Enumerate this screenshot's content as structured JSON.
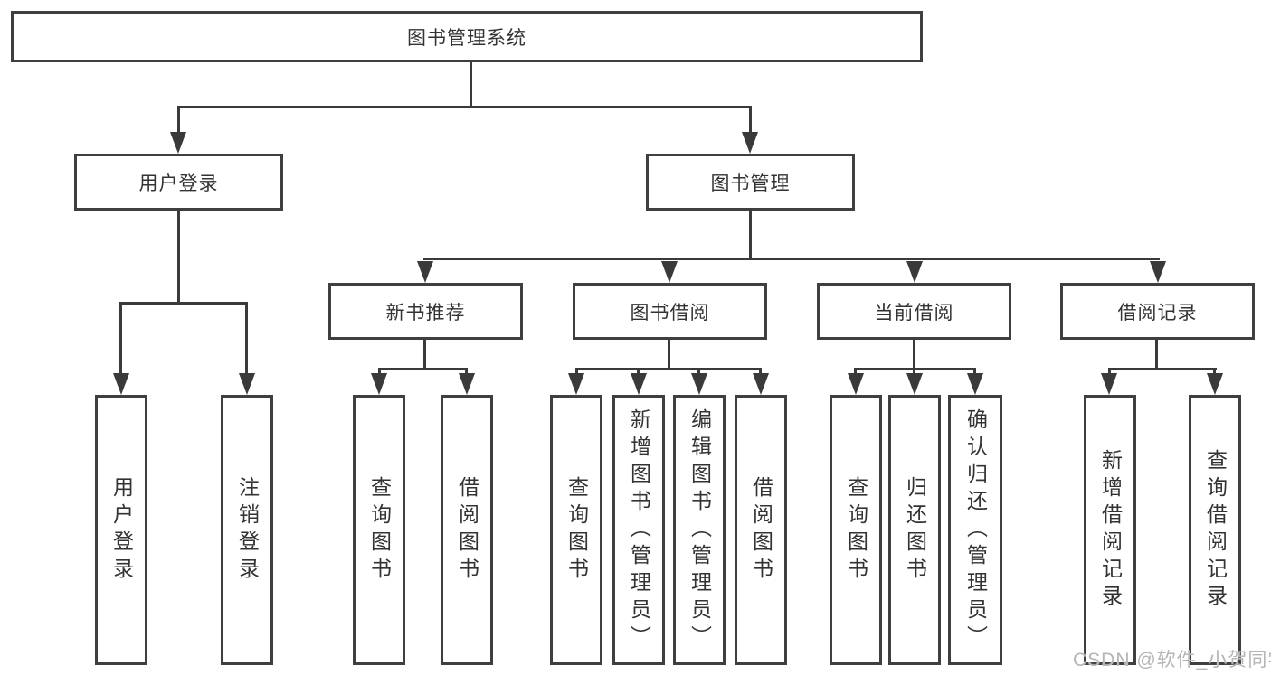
{
  "diagram_title": "图书管理系统",
  "tree": {
    "root": {
      "label": "图书管理系统",
      "children": [
        {
          "label": "用户登录",
          "children": [
            {
              "label": "用户登录"
            },
            {
              "label": "注销登录"
            }
          ]
        },
        {
          "label": "图书管理",
          "children": [
            {
              "label": "新书推荐",
              "children": [
                {
                  "label": "查询图书"
                },
                {
                  "label": "借阅图书"
                }
              ]
            },
            {
              "label": "图书借阅",
              "children": [
                {
                  "label": "查询图书"
                },
                {
                  "label": "新增图书（管理员）"
                },
                {
                  "label": "编辑图书（管理员）"
                },
                {
                  "label": "借阅图书"
                }
              ]
            },
            {
              "label": "当前借阅",
              "children": [
                {
                  "label": "查询图书"
                },
                {
                  "label": "归还图书"
                },
                {
                  "label": "确认归还（管理员）"
                }
              ]
            },
            {
              "label": "借阅记录",
              "children": [
                {
                  "label": "新增借阅记录"
                },
                {
                  "label": "查询借阅记录"
                }
              ]
            }
          ]
        }
      ]
    }
  },
  "watermark": {
    "text": "CSDN @软件_小贺同学"
  },
  "colors": {
    "line": "#3a3a3a",
    "box_border": "#3f3f3f",
    "text": "#333333",
    "watermark": "#b5b5b5",
    "background": "#ffffff"
  }
}
